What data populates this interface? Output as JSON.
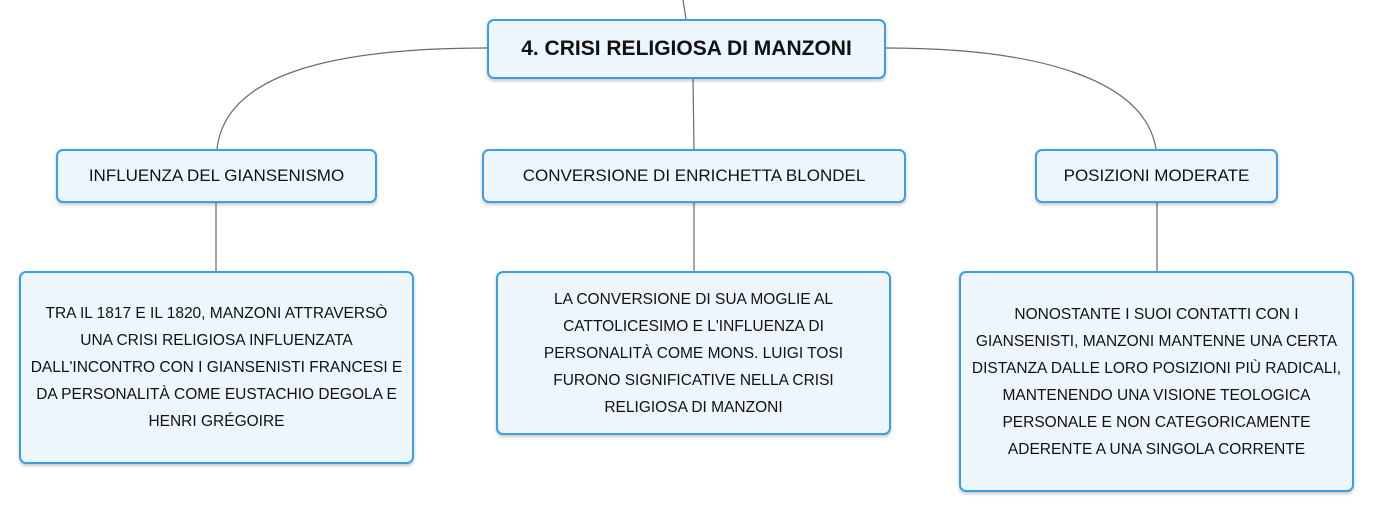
{
  "map": {
    "root": {
      "label": "4. CRISI RELIGIOSA DI MANZONI"
    },
    "branches": [
      {
        "title": "INFLUENZA DEL GIANSENISMO",
        "detail": "TRA IL 1817 E IL 1820, MANZONI ATTRAVERSÒ UNA CRISI RELIGIOSA INFLUENZATA DALL'INCONTRO CON I GIANSENISTI FRANCESI E DA PERSONALITÀ COME EUSTACHIO DEGOLA E HENRI GRÉGOIRE"
      },
      {
        "title": "CONVERSIONE DI ENRICHETTA BLONDEL",
        "detail": "LA CONVERSIONE DI SUA MOGLIE AL CATTOLICESIMO E L'INFLUENZA DI PERSONALITÀ COME MONS. LUIGI TOSI FURONO SIGNIFICATIVE NELLA CRISI RELIGIOSA DI MANZONI"
      },
      {
        "title": "POSIZIONI MODERATE",
        "detail": "NONOSTANTE I SUOI CONTATTI CON I GIANSENISTI, MANZONI MANTENNE UNA CERTA DISTANZA DALLE LORO POSIZIONI PIÙ RADICALI, MANTENENDO UNA VISIONE TEOLOGICA PERSONALE E NON CATEGORICAMENTE ADERENTE A UNA SINGOLA CORRENTE"
      }
    ]
  },
  "colors": {
    "node_border": "#3b9ee6",
    "node_fill": "#eef6fd",
    "connector": "#6b6b6b"
  }
}
